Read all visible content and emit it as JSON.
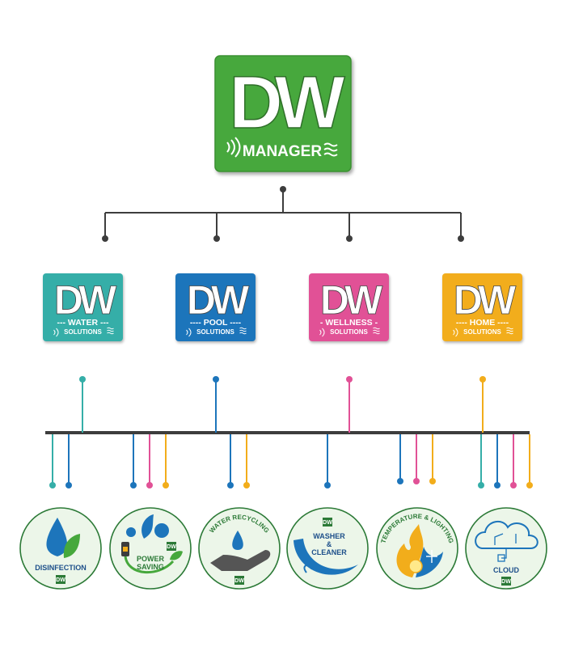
{
  "colors": {
    "manager": "#46a83c",
    "water": "#35aea8",
    "pool": "#1d75bb",
    "wellness": "#e15196",
    "home": "#f2ad1b",
    "line": "#3d3d3d",
    "circle_fill": "#ecf6e9",
    "circle_border": "#2c7a37"
  },
  "manager": {
    "logo": "DW",
    "label": "MANAGER",
    "icons": [
      "wifi-icon",
      "waves-icon"
    ]
  },
  "divisions": [
    {
      "key": "water",
      "logo": "DW",
      "name": "--- WATER ---",
      "sub": "SOLUTIONS"
    },
    {
      "key": "pool",
      "logo": "DW",
      "name": "---- POOL ----",
      "sub": "SOLUTIONS"
    },
    {
      "key": "wellness",
      "logo": "DW",
      "name": "- WELLNESS -",
      "sub": "SOLUTIONS"
    },
    {
      "key": "home",
      "logo": "DW",
      "name": "---- HOME ----",
      "sub": "SOLUTIONS"
    }
  ],
  "modules": [
    {
      "key": "disinfection",
      "label": [
        "DISINFECTION"
      ],
      "logo": "DW",
      "icon": "drop-leaf-icon",
      "connections": [
        "water",
        "pool"
      ]
    },
    {
      "key": "power-saving",
      "label": [
        "POWER",
        "SAVING"
      ],
      "logo": "DW",
      "icon": "plug-splash-icon",
      "connections": [
        "pool",
        "wellness",
        "home"
      ]
    },
    {
      "key": "water-recycling",
      "label": [
        "WATER RECYCLING"
      ],
      "logo": "DW",
      "icon": "hand-drop-icon",
      "connections": [
        "pool",
        "home"
      ]
    },
    {
      "key": "washer-cleaner",
      "label": [
        "WASHER",
        "&",
        "CLEANER"
      ],
      "logo": "DW",
      "icon": "swirl-icon",
      "connections": [
        "pool"
      ]
    },
    {
      "key": "temperature-lighting",
      "label": [
        "TEMPERATURE & LIGHTING"
      ],
      "logo": "DW",
      "icon": "flame-snow-bulb-icon",
      "connections": [
        "pool",
        "wellness",
        "home"
      ]
    },
    {
      "key": "cloud",
      "label": [
        "CLOUD"
      ],
      "logo": "DW",
      "icon": "cloud-circuit-icon",
      "connections": [
        "water",
        "pool",
        "wellness",
        "home"
      ]
    }
  ]
}
